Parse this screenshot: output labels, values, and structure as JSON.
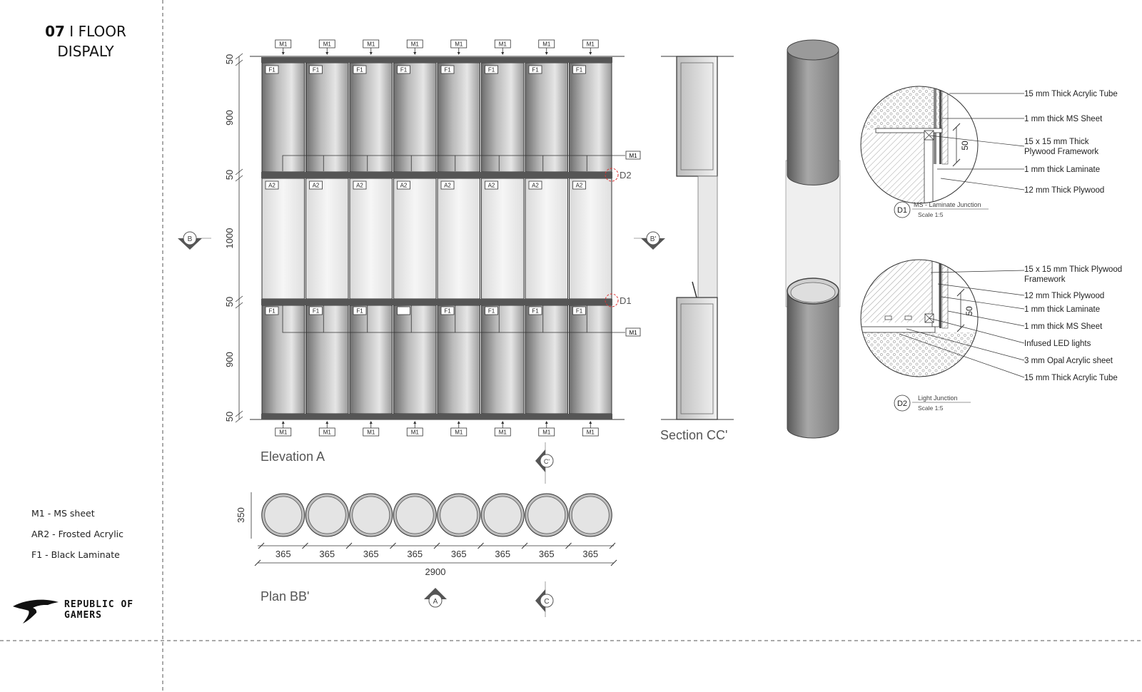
{
  "sheet": {
    "number": "07",
    "separator": "I",
    "title_line1": "FLOOR",
    "title_line2": "DISPALY"
  },
  "legend": [
    "M1 - MS sheet",
    "AR2 - Frosted Acrylic",
    "F1 - Black Laminate"
  ],
  "brand": {
    "line1": "REPUBLIC OF",
    "line2": "GAMERS"
  },
  "elevation": {
    "title": "Elevation A",
    "top_tags": [
      "M1",
      "M1",
      "M1",
      "M1",
      "M1",
      "M1",
      "M1",
      "M1"
    ],
    "bottom_tags": [
      "M1",
      "M1",
      "M1",
      "M1",
      "M1",
      "M1",
      "M1",
      "M1"
    ],
    "upper_panel_tags": [
      "F1",
      "F1",
      "F1",
      "F1",
      "F1",
      "F1",
      "F1",
      "F1"
    ],
    "middle_panel_tags": [
      "A2",
      "A2",
      "A2",
      "A2",
      "A2",
      "A2",
      "A2",
      "A2"
    ],
    "lower_panel_tags": [
      "F1",
      "F1",
      "F1",
      "",
      "F1",
      "F1",
      "F1",
      "F1"
    ],
    "callout_tags": [
      "M1",
      "M1"
    ],
    "vertical_dims": [
      "50",
      "900",
      "50",
      "1000",
      "50",
      "900",
      "50"
    ],
    "section_marks": [
      "B",
      "B'"
    ],
    "detail_marks": [
      "D2",
      "D1"
    ]
  },
  "section": {
    "title": "Section CC'"
  },
  "plan": {
    "title": "Plan BB'",
    "depth": "350",
    "bay_widths": [
      "365",
      "365",
      "365",
      "365",
      "365",
      "365",
      "365",
      "365"
    ],
    "total_width": "2900",
    "section_marks": [
      "C'",
      "A",
      "C"
    ]
  },
  "detail_d1": {
    "labels": [
      "15 mm Thick Acrylic Tube",
      "1 mm thick MS Sheet",
      "15 x 15 mm Thick",
      "Plywood Framework",
      "1 mm thick Laminate",
      "12 mm Thick Plywood"
    ],
    "dim": "50",
    "tag": "D1",
    "title": "MS - Laminate Junction",
    "scale": "Scale 1:5"
  },
  "detail_d2": {
    "labels": [
      "15 x 15 mm Thick Plywood",
      "Framework",
      "12 mm Thick Plywood",
      "1 mm thick Laminate",
      "1 mm thick MS Sheet",
      "Infused LED lights",
      "3 mm Opal Acrylic sheet",
      "15 mm Thick Acrylic Tube"
    ],
    "dim": "50",
    "tag": "D2",
    "title": "Light Junction",
    "scale": "Scale 1:5"
  }
}
